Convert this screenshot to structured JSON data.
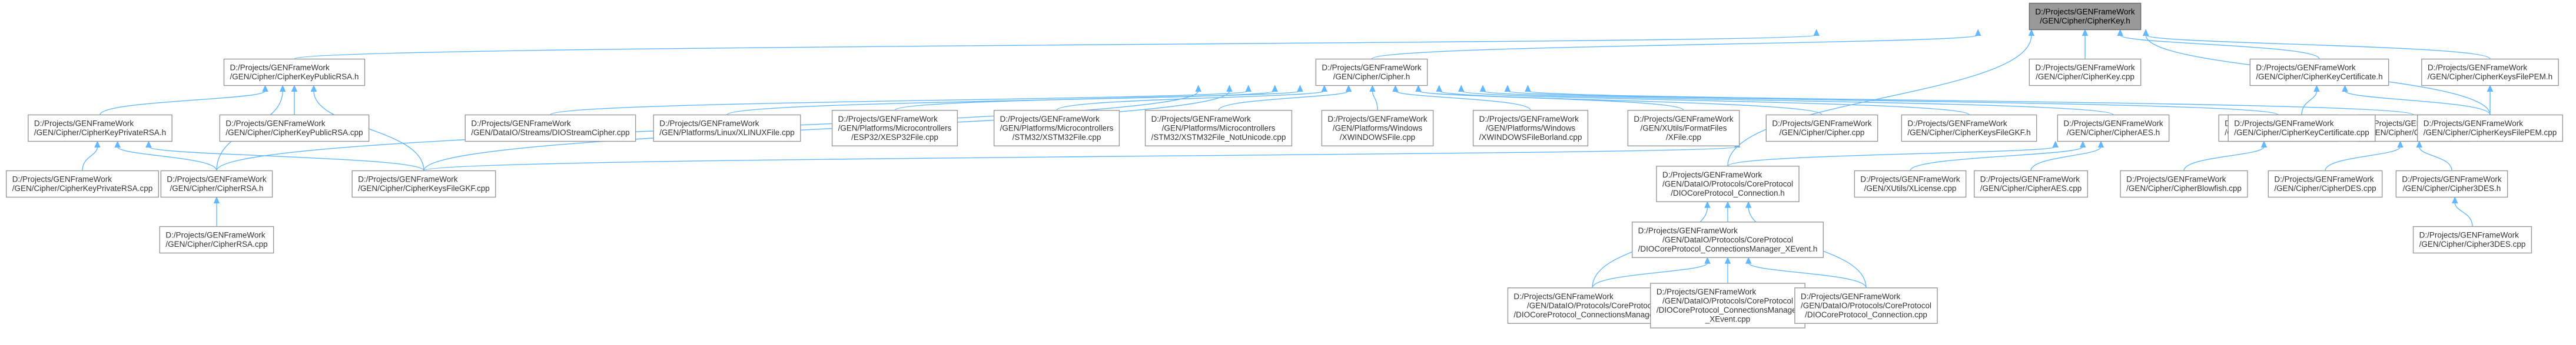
{
  "nodes": [
    {
      "id": "root",
      "lines": [
        "D:/Projects/GENFrameWork",
        "/GEN/Cipher/CipherKey.h"
      ],
      "root": true
    },
    {
      "id": "pubrsa",
      "lines": [
        "D:/Projects/GENFrameWork",
        "/GEN/Cipher/CipherKeyPublicRSA.h"
      ]
    },
    {
      "id": "cipher",
      "lines": [
        "D:/Projects/GENFrameWork",
        "/GEN/Cipher/Cipher.h"
      ]
    },
    {
      "id": "cipherkeycpp",
      "lines": [
        "D:/Projects/GENFrameWork",
        "/GEN/Cipher/CipherKey.cpp"
      ]
    },
    {
      "id": "cert",
      "lines": [
        "D:/Projects/GENFrameWork",
        "/GEN/Cipher/CipherKeyCertificate.h"
      ]
    },
    {
      "id": "filepem",
      "lines": [
        "D:/Projects/GENFrameWork",
        "/GEN/Cipher/CipherKeysFilePEM.h"
      ]
    },
    {
      "id": "privrsa",
      "lines": [
        "D:/Projects/GENFrameWork",
        "/GEN/Cipher/CipherKeyPrivateRSA.h"
      ]
    },
    {
      "id": "pubrsacpp",
      "lines": [
        "D:/Projects/GENFrameWork",
        "/GEN/Cipher/CipherKeyPublicRSA.cpp"
      ]
    },
    {
      "id": "diostream",
      "lines": [
        "D:/Projects/GENFrameWork",
        "/GEN/DataIO/Streams/DIOStreamCipher.cpp"
      ]
    },
    {
      "id": "linuxfile",
      "lines": [
        "D:/Projects/GENFrameWork",
        "/GEN/Platforms/Linux/XLINUXFile.cpp"
      ]
    },
    {
      "id": "esp32",
      "lines": [
        "D:/Projects/GENFrameWork",
        "/GEN/Platforms/Microcontrollers",
        "/ESP32/XESP32File.cpp"
      ]
    },
    {
      "id": "stm32",
      "lines": [
        "D:/Projects/GENFrameWork",
        "/GEN/Platforms/Microcontrollers",
        "/STM32/XSTM32File.cpp"
      ]
    },
    {
      "id": "stm32nu",
      "lines": [
        "D:/Projects/GENFrameWork",
        "/GEN/Platforms/Microcontrollers",
        "/STM32/XSTM32File_NotUnicode.cpp"
      ]
    },
    {
      "id": "winfile",
      "lines": [
        "D:/Projects/GENFrameWork",
        "/GEN/Platforms/Windows",
        "/XWINDOWSFile.cpp"
      ]
    },
    {
      "id": "winborland",
      "lines": [
        "D:/Projects/GENFrameWork",
        "/GEN/Platforms/Windows",
        "/XWINDOWSFileBorland.cpp"
      ]
    },
    {
      "id": "xfile",
      "lines": [
        "D:/Projects/GENFrameWork",
        "/GEN/XUtils/FormatFiles",
        "/XFile.cpp"
      ]
    },
    {
      "id": "ciphercpp",
      "lines": [
        "D:/Projects/GENFrameWork",
        "/GEN/Cipher/Cipher.cpp"
      ]
    },
    {
      "id": "gkf",
      "lines": [
        "D:/Projects/GENFrameWork",
        "/GEN/Cipher/CipherKeysFileGKF.h"
      ]
    },
    {
      "id": "aes",
      "lines": [
        "D:/Projects/GENFrameWork",
        "/GEN/Cipher/CipherAES.h"
      ]
    },
    {
      "id": "blowfish",
      "lines": [
        "D:/Projects/GENFrameWork",
        "/GEN/Cipher/CipherBlowfish.h"
      ]
    },
    {
      "id": "des",
      "lines": [
        "D:/Projects/GENFrameWork",
        "/GEN/Cipher/CipherDES.h"
      ]
    },
    {
      "id": "certcpp",
      "lines": [
        "D:/Projects/GENFrameWork",
        "/GEN/Cipher/CipherKeyCertificate.cpp"
      ]
    },
    {
      "id": "filepemcpp",
      "lines": [
        "D:/Projects/GENFrameWork",
        "/GEN/Cipher/CipherKeysFilePEM.cpp"
      ]
    },
    {
      "id": "privrsacpp",
      "lines": [
        "D:/Projects/GENFrameWork",
        "/GEN/Cipher/CipherKeyPrivateRSA.cpp"
      ]
    },
    {
      "id": "rsa",
      "lines": [
        "D:/Projects/GENFrameWork",
        "/GEN/Cipher/CipherRSA.h"
      ]
    },
    {
      "id": "gkfcpp",
      "lines": [
        "D:/Projects/GENFrameWork",
        "/GEN/Cipher/CipherKeysFileGKF.cpp"
      ]
    },
    {
      "id": "coreconn",
      "lines": [
        "D:/Projects/GENFrameWork",
        "/GEN/DataIO/Protocols/CoreProtocol",
        "/DIOCoreProtocol_Connection.h"
      ]
    },
    {
      "id": "license",
      "lines": [
        "D:/Projects/GENFrameWork",
        "/GEN/XUtils/XLicense.cpp"
      ]
    },
    {
      "id": "aescpp",
      "lines": [
        "D:/Projects/GENFrameWork",
        "/GEN/Cipher/CipherAES.cpp"
      ]
    },
    {
      "id": "blowfishcpp",
      "lines": [
        "D:/Projects/GENFrameWork",
        "/GEN/Cipher/CipherBlowfish.cpp"
      ]
    },
    {
      "id": "descpp",
      "lines": [
        "D:/Projects/GENFrameWork",
        "/GEN/Cipher/CipherDES.cpp"
      ]
    },
    {
      "id": "3des",
      "lines": [
        "D:/Projects/GENFrameWork",
        "/GEN/Cipher/Cipher3DES.h"
      ]
    },
    {
      "id": "rsacpp",
      "lines": [
        "D:/Projects/GENFrameWork",
        "/GEN/Cipher/CipherRSA.cpp"
      ]
    },
    {
      "id": "connmgr",
      "lines": [
        "D:/Projects/GENFrameWork",
        "/GEN/DataIO/Protocols/CoreProtocol",
        "/DIOCoreProtocol_ConnectionsManager_XEvent.h"
      ]
    },
    {
      "id": "3descpp",
      "lines": [
        "D:/Projects/GENFrameWork",
        "/GEN/Cipher/Cipher3DES.cpp"
      ]
    },
    {
      "id": "connmgrcpp",
      "lines": [
        "D:/Projects/GENFrameWork",
        "/GEN/DataIO/Protocols/CoreProtocol",
        "/DIOCoreProtocol_ConnectionsManager.cpp"
      ]
    },
    {
      "id": "connmgrxcpp",
      "lines": [
        "D:/Projects/GENFrameWork",
        "/GEN/DataIO/Protocols/CoreProtocol",
        "/DIOCoreProtocol_ConnectionsManager",
        "_XEvent.cpp"
      ]
    },
    {
      "id": "conncpp",
      "lines": [
        "D:/Projects/GENFrameWork",
        "/GEN/DataIO/Protocols/CoreProtocol",
        "/DIOCoreProtocol_Connection.cpp"
      ]
    }
  ],
  "edges": [
    [
      "root",
      "pubrsa"
    ],
    [
      "root",
      "cipher"
    ],
    [
      "root",
      "cipherkeycpp"
    ],
    [
      "root",
      "cert"
    ],
    [
      "root",
      "filepem"
    ],
    [
      "root",
      "filepemcpp"
    ],
    [
      "root",
      "coreconn"
    ],
    [
      "pubrsa",
      "privrsa"
    ],
    [
      "pubrsa",
      "pubrsacpp"
    ],
    [
      "pubrsa",
      "rsa"
    ],
    [
      "pubrsa",
      "gkfcpp"
    ],
    [
      "cipher",
      "diostream"
    ],
    [
      "cipher",
      "linuxfile"
    ],
    [
      "cipher",
      "esp32"
    ],
    [
      "cipher",
      "stm32"
    ],
    [
      "cipher",
      "stm32nu"
    ],
    [
      "cipher",
      "winfile"
    ],
    [
      "cipher",
      "winborland"
    ],
    [
      "cipher",
      "xfile"
    ],
    [
      "cipher",
      "ciphercpp"
    ],
    [
      "cipher",
      "gkf"
    ],
    [
      "cipher",
      "aes"
    ],
    [
      "cipher",
      "blowfish"
    ],
    [
      "cipher",
      "des"
    ],
    [
      "cipher",
      "rsa"
    ],
    [
      "cipher",
      "gkfcpp"
    ],
    [
      "cert",
      "certcpp"
    ],
    [
      "cert",
      "filepemcpp"
    ],
    [
      "filepem",
      "filepemcpp"
    ],
    [
      "privrsa",
      "privrsacpp"
    ],
    [
      "privrsa",
      "rsa"
    ],
    [
      "privrsa",
      "gkfcpp"
    ],
    [
      "gkf",
      "gkfcpp"
    ],
    [
      "aes",
      "coreconn"
    ],
    [
      "aes",
      "license"
    ],
    [
      "aes",
      "aescpp"
    ],
    [
      "blowfish",
      "blowfishcpp"
    ],
    [
      "des",
      "descpp"
    ],
    [
      "des",
      "3des"
    ],
    [
      "rsa",
      "rsacpp"
    ],
    [
      "coreconn",
      "connmgr"
    ],
    [
      "coreconn",
      "connmgrcpp"
    ],
    [
      "coreconn",
      "conncpp"
    ],
    [
      "connmgr",
      "connmgrcpp"
    ],
    [
      "connmgr",
      "connmgrxcpp"
    ],
    [
      "connmgr",
      "conncpp"
    ],
    [
      "3des",
      "3descpp"
    ]
  ]
}
